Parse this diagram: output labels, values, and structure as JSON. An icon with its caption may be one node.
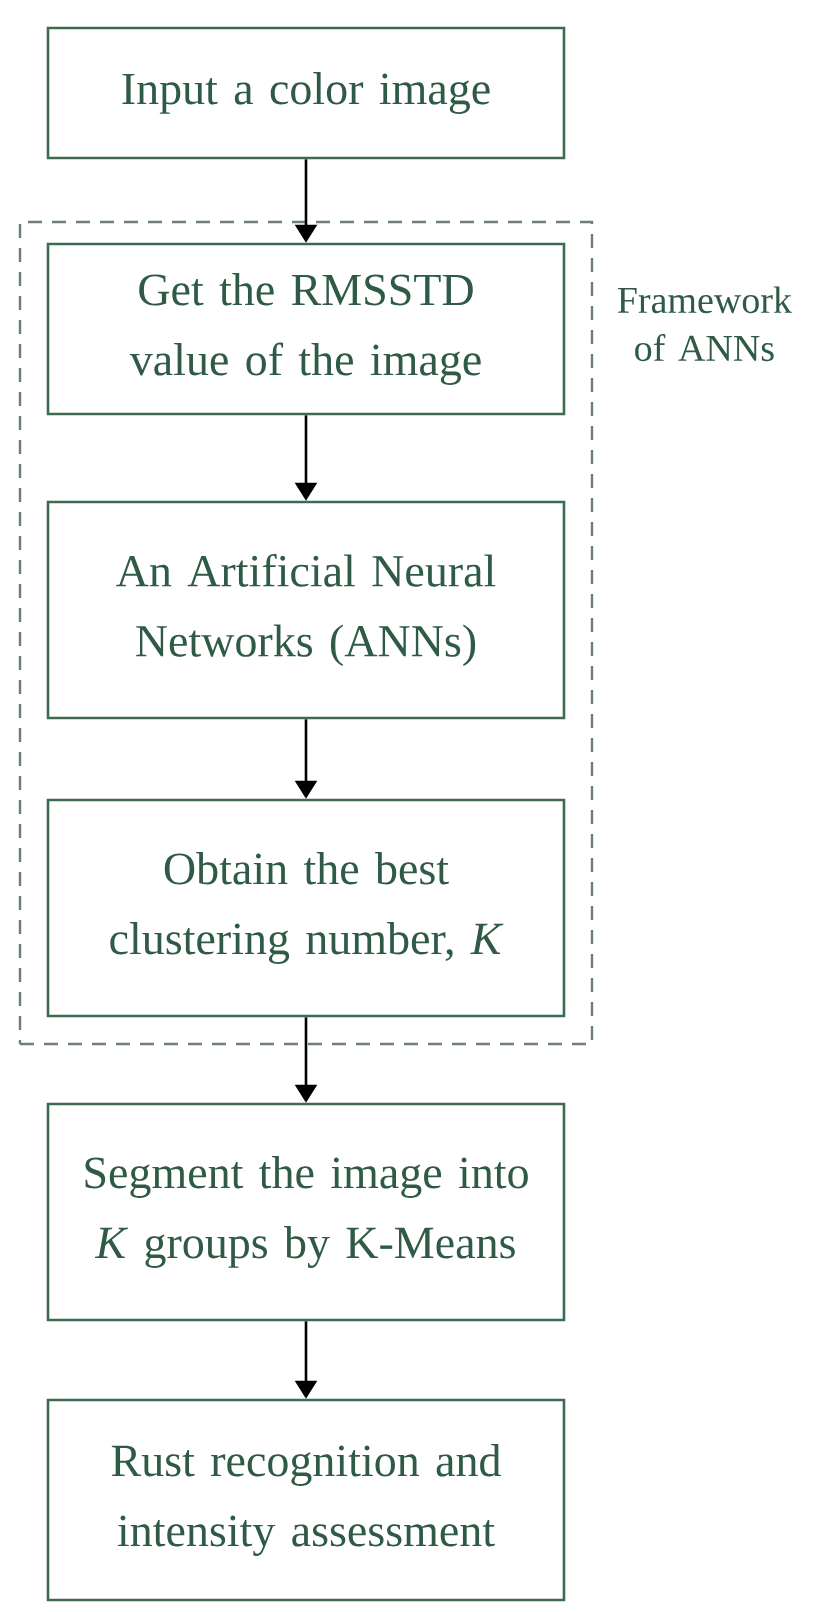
{
  "diagram": {
    "nodes": [
      {
        "text": [
          "Input a color image"
        ]
      },
      {
        "text": [
          "Framework of ANNs"
        ]
      },
      {
        "text": [
          "Get the RMSSTD value of the image"
        ],
        "in": 1
      },
      {
        "text": [
          "An Artificial Neural Networks (ANNs)"
        ],
        "in": 1
      },
      {
        "text": [
          "Obtain the best clustering number, *K*"
        ],
        "in": 1
      },
      {
        "text": [
          "Segment the image into *K* groups by K-Means"
        ]
      },
      {
        "text": [
          "Rust recognition and intensity assessment"
        ]
      }
    ],
    "edges": [
      {
        "from": 0,
        "to": 2,
        "arrow": "to"
      },
      {
        "from": 2,
        "to": 3,
        "arrow": "to"
      },
      {
        "from": 3,
        "to": 4,
        "arrow": "to"
      },
      {
        "from": 4,
        "to": 5,
        "arrow": "to"
      },
      {
        "from": 5,
        "to": 6,
        "arrow": "to"
      }
    ]
  }
}
